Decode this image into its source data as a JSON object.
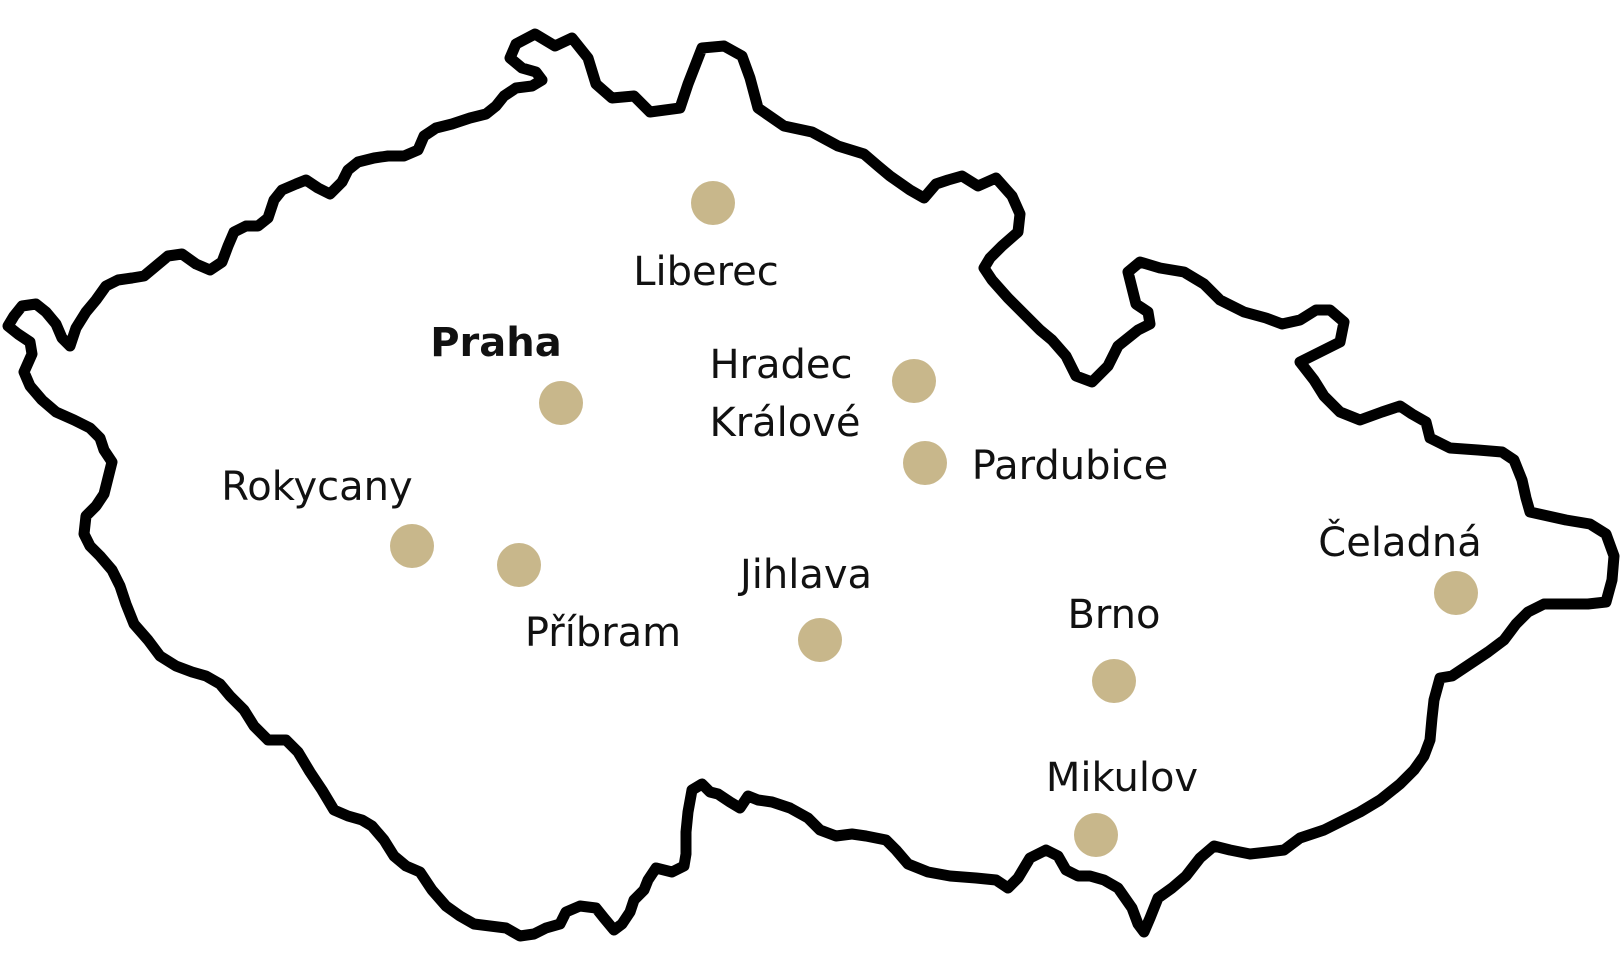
{
  "map": {
    "colors": {
      "border": "#000000",
      "dot": "#c8b78b",
      "text": "#111111",
      "background": "#ffffff"
    },
    "cities": [
      {
        "name": "Liberec"
      },
      {
        "name": "Praha",
        "capital": true
      },
      {
        "name": "Hradec\nKrálové"
      },
      {
        "name": "Pardubice"
      },
      {
        "name": "Rokycany"
      },
      {
        "name": "Příbram"
      },
      {
        "name": "Jihlava"
      },
      {
        "name": "Brno"
      },
      {
        "name": "Mikulov"
      },
      {
        "name": "Čeladná"
      }
    ]
  }
}
